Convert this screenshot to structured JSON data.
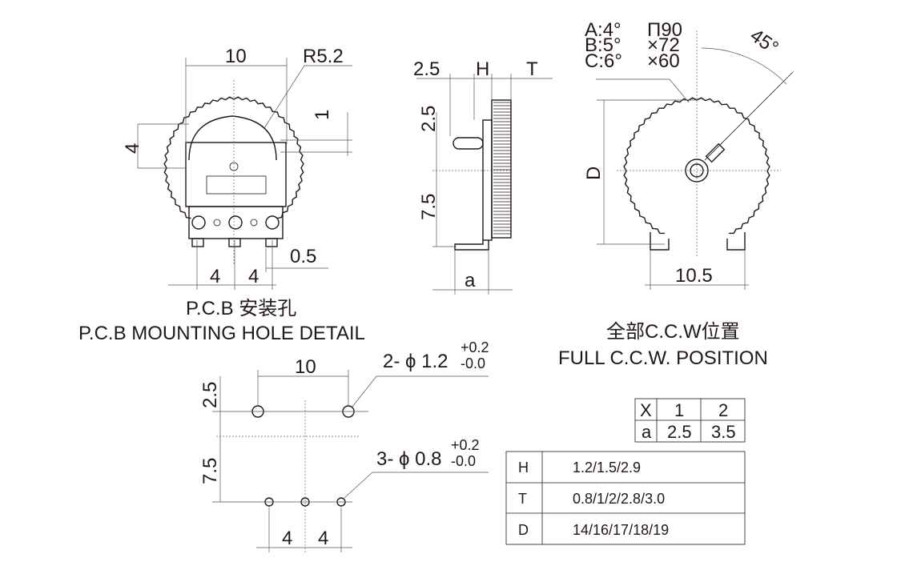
{
  "pcb_view": {
    "dim_width": "10",
    "dim_radius": "R5.2",
    "dim_top": "1",
    "dim_height": "4",
    "dim_pin": "0.5",
    "dim_pitch_left": "4",
    "dim_pitch_right": "4",
    "title_cn": "P.C.B 安装孔",
    "title_en": "P.C.B MOUNTING HOLE DETAIL"
  },
  "side_view": {
    "dim_left": "2.5",
    "dim_h": "H",
    "dim_t": "T",
    "dim_upper": "2.5",
    "dim_lower": "7.5",
    "dim_a": "a"
  },
  "ccw_view": {
    "spec_a": "A:4°",
    "spec_b": "B:5°",
    "spec_c": "C:6°",
    "spec_a_val": "Π90",
    "spec_b_val": "×72",
    "spec_c_val": "×60",
    "angle": "45°",
    "dim_d": "D",
    "dim_width": "10.5",
    "title_cn": "全部C.C.W位置",
    "title_en": "FULL C.C.W. POSITION"
  },
  "hole_layout": {
    "dim_width": "10",
    "large_hole_label": "2- ϕ 1.2",
    "large_tol_plus": "+0.2",
    "large_tol_minus": "-0.0",
    "small_hole_label": "3- ϕ 0.8",
    "small_tol_plus": "+0.2",
    "small_tol_minus": "-0.0",
    "dim_upper": "2.5",
    "dim_lower": "7.5",
    "dim_pitch_left": "4",
    "dim_pitch_right": "4"
  },
  "x_table": {
    "header": [
      "X",
      "1",
      "2"
    ],
    "row": [
      "a",
      "2.5",
      "3.5"
    ]
  },
  "spec_table": {
    "rows": [
      {
        "key": "H",
        "value": "1.2/1.5/2.9"
      },
      {
        "key": "T",
        "value": "0.8/1/2/2.8/3.0"
      },
      {
        "key": "D",
        "value": "14/16/17/18/19"
      }
    ]
  }
}
